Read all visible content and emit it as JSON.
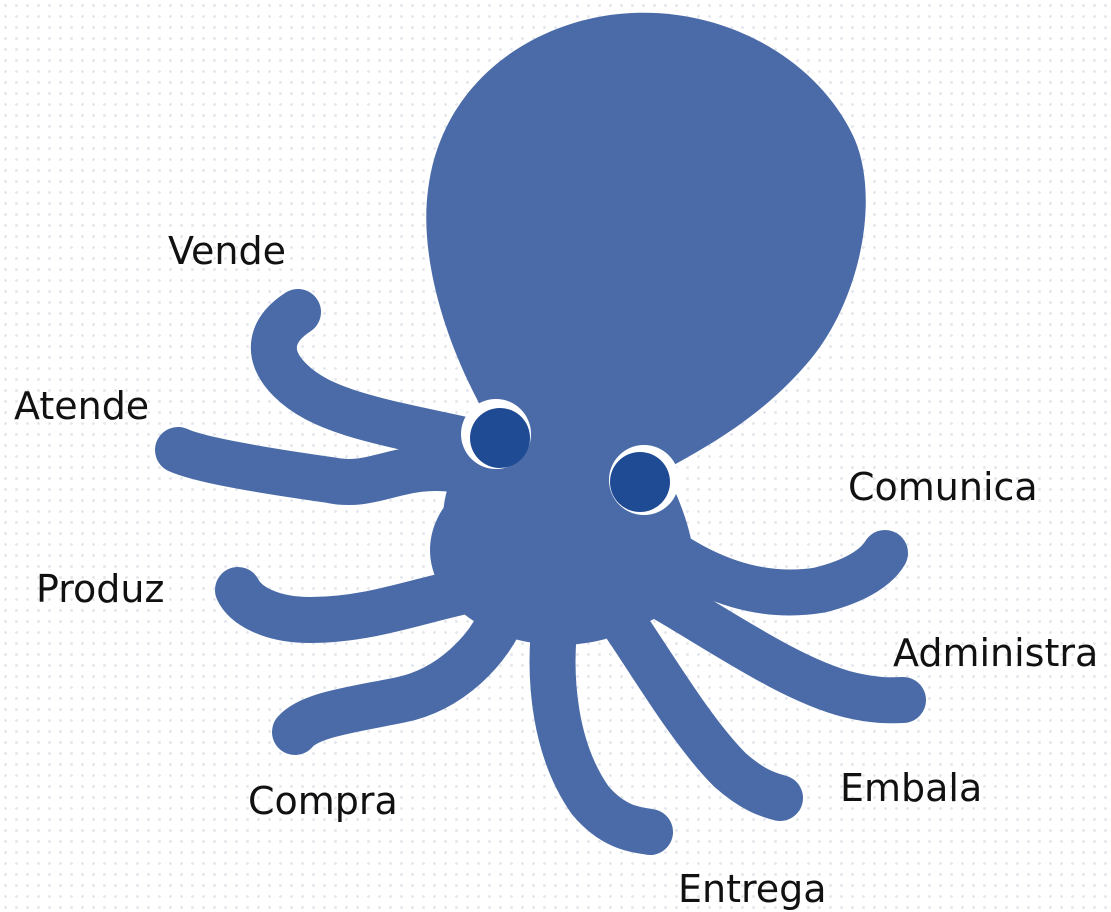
{
  "diagram": {
    "labels": {
      "vende": "Vende",
      "atende": "Atende",
      "produz": "Produz",
      "compra": "Compra",
      "entrega": "Entrega",
      "embala": "Embala",
      "administra": "Administra",
      "comunica": "Comunica"
    },
    "colors": {
      "body": "#4a6ba8",
      "eye_pupil": "#1f4a94",
      "eye_white": "#ffffff",
      "label_text": "#111111"
    }
  }
}
